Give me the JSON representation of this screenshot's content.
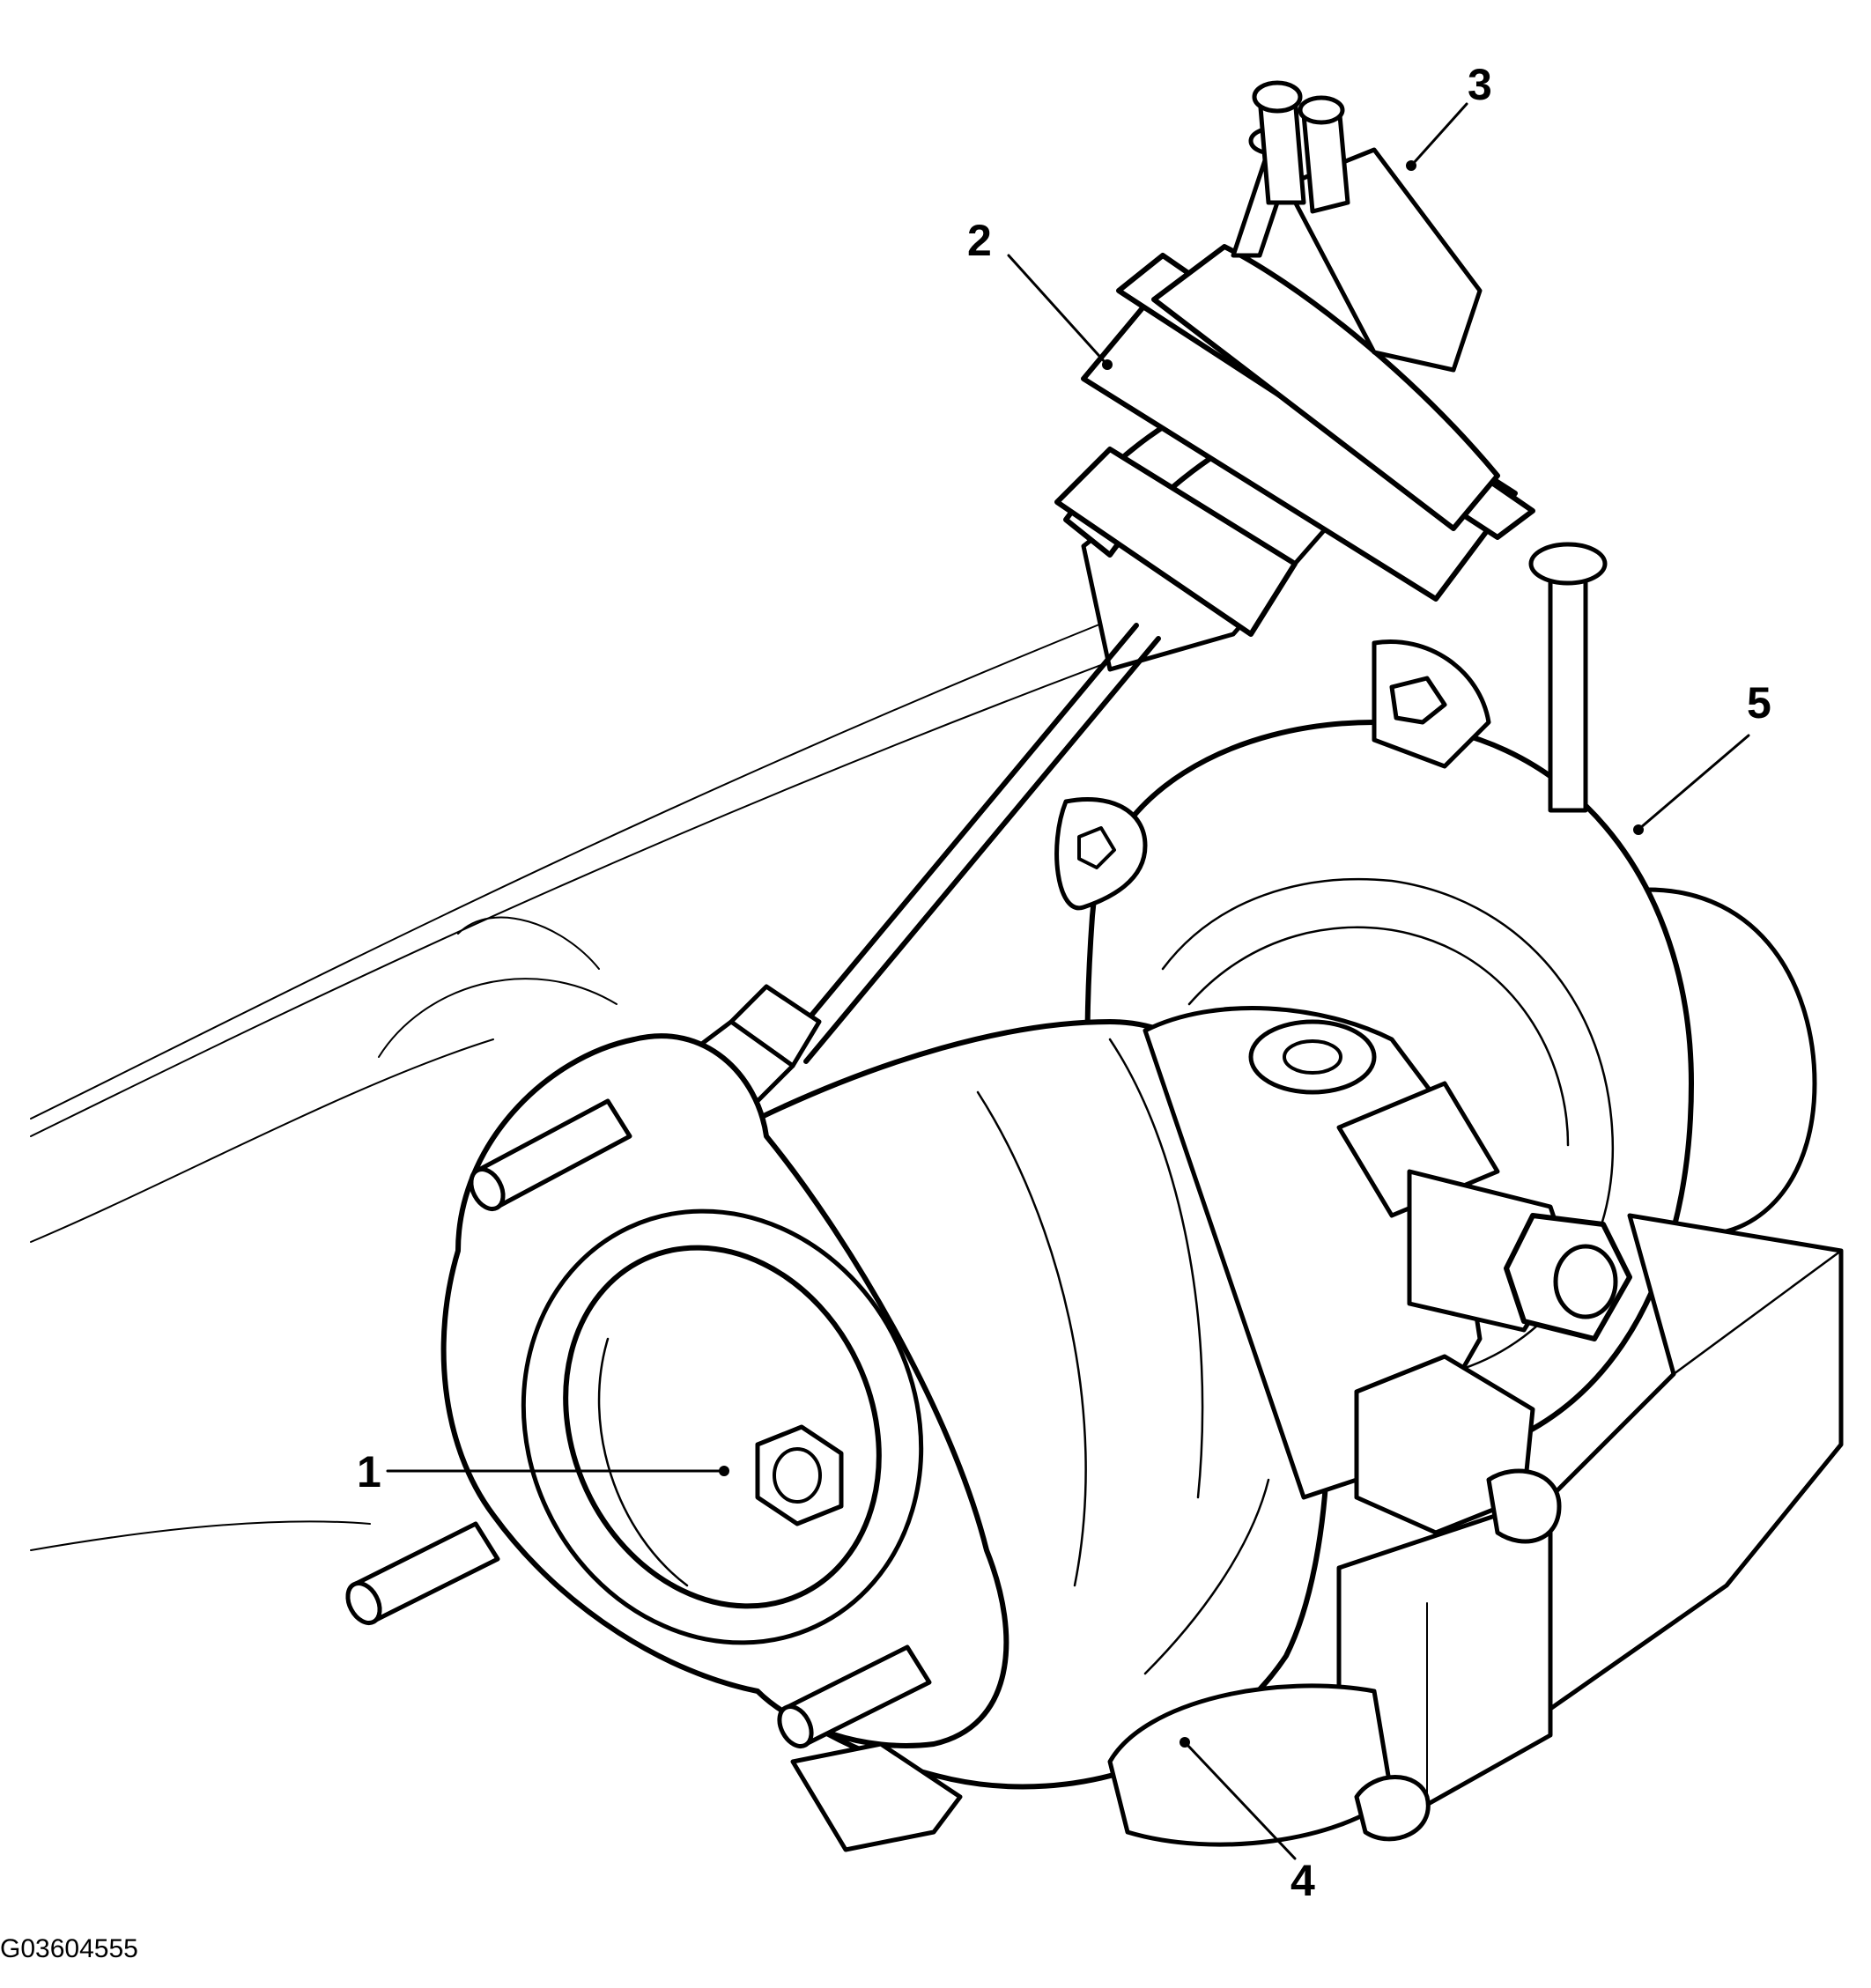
{
  "diagram": {
    "callouts": [
      {
        "id": "1",
        "label": "1"
      },
      {
        "id": "2",
        "label": "2"
      },
      {
        "id": "3",
        "label": "3"
      },
      {
        "id": "4",
        "label": "4"
      },
      {
        "id": "5",
        "label": "5"
      }
    ],
    "figure_code": "G03604555",
    "colors": {
      "line": "#000000",
      "background": "#ffffff"
    }
  }
}
